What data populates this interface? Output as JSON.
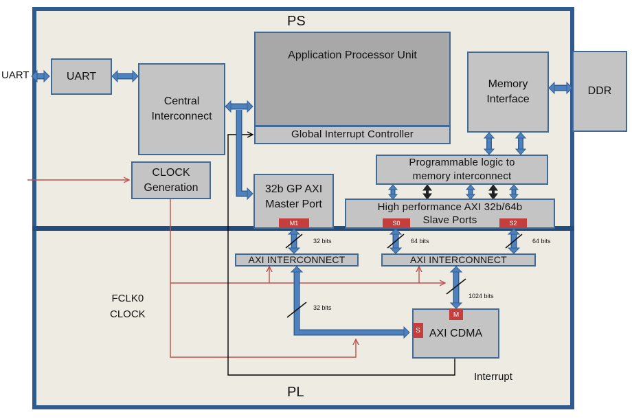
{
  "regions": {
    "ps_label": "PS",
    "pl_label": "PL"
  },
  "blocks": {
    "uart": "UART",
    "central_interconnect": [
      "Central",
      "Interconnect"
    ],
    "apu": "Application Processor Unit",
    "gic": "Global Interrupt Controller",
    "memory_interface": [
      "Memory",
      "Interface"
    ],
    "ddr": "DDR",
    "clock_generation": [
      "CLOCK",
      "Generation"
    ],
    "gp_master_port": [
      "32b GP AXI",
      "Master Port"
    ],
    "pl_mem_interconnect": [
      "Programmable logic to",
      "memory interconnect"
    ],
    "hp_slave_ports": [
      "High performance AXI 32b/64b",
      "Slave Ports"
    ],
    "axi_interconnect_left": "AXI INTERCONNECT",
    "axi_interconnect_right": "AXI INTERCONNECT",
    "axi_cdma": "AXI CDMA"
  },
  "ports": {
    "m1": "M1",
    "s0": "S0",
    "s2": "S2",
    "m": "M",
    "s": "S"
  },
  "labels": {
    "uart_external": "UART",
    "fclk": [
      "FCLK0",
      "CLOCK"
    ],
    "interrupt": "Interrupt",
    "bus_m1": "32 bits",
    "bus_s0": "64 bits",
    "bus_s2": "64 bits",
    "bus_left_down": "32 bits",
    "bus_right_down": "1024 bits"
  },
  "colors": {
    "frame": "#2e5a8e",
    "background": "#eeebe2",
    "block_fill": "#c4c4c4",
    "apu_fill": "#a8a8a8",
    "block_border": "#3e6a9a",
    "bus_arrow": "#4f81bd",
    "port_fill": "#c43e3e",
    "clock_line": "#c0504d",
    "interrupt_line": "#000000"
  }
}
